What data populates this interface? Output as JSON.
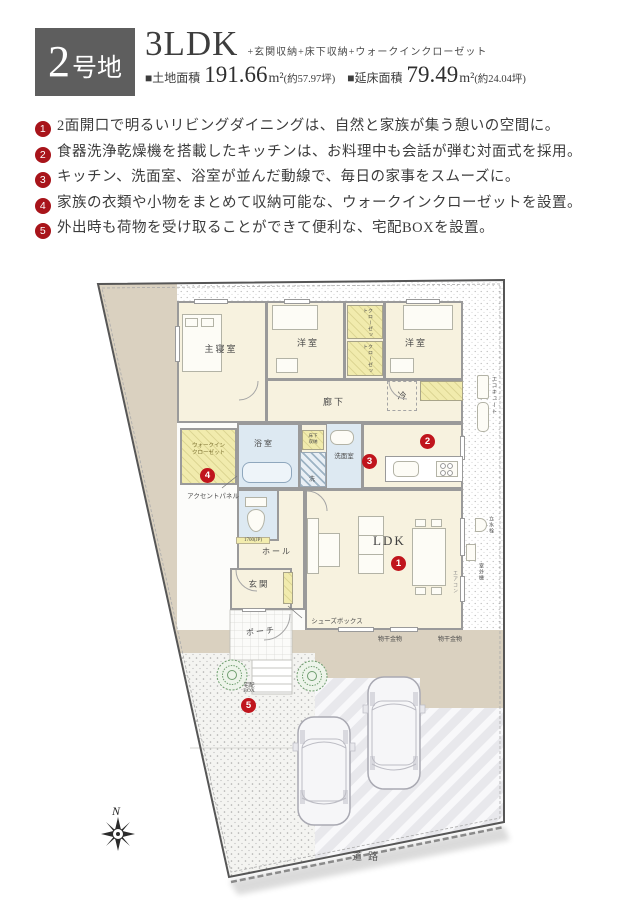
{
  "header": {
    "lot_badge": {
      "num": "2",
      "label": "号地"
    },
    "plan_type": "3LDK",
    "plan_suffix": "+玄関収納+床下収納+ウォークインクローゼット",
    "land": {
      "label": "■土地面積",
      "value": "191.66",
      "unit": "m²",
      "note": "(約57.97坪)"
    },
    "floor": {
      "label": "■延床面積",
      "value": "79.49",
      "unit": "m²",
      "note": "(約24.04坪)"
    }
  },
  "features": [
    {
      "num": "1",
      "text": "2面開口で明るいリビングダイニングは、自然と家族が集う憩いの空間に。"
    },
    {
      "num": "2",
      "text": "食器洗浄乾燥機を搭載したキッチンは、お料理中も会話が弾む対面式を採用。"
    },
    {
      "num": "3",
      "text": "キッチン、洗面室、浴室が並んだ動線で、毎日の家事をスムーズに。"
    },
    {
      "num": "4",
      "text": "家族の衣類や小物をまとめて収納可能な、ウォークインクローゼットを設置。"
    },
    {
      "num": "5",
      "text": "外出時も荷物を受け取ることができて便利な、宅配BOXを設置。"
    }
  ],
  "plan": {
    "rooms": {
      "master": "主寝室",
      "west1": "洋室",
      "west2": "洋室",
      "corridor": "廊下",
      "fridge": "冷",
      "closet1": "クローゼット",
      "closet2": "クローゼット",
      "wic_line1": "ウォークイン",
      "wic_line2": "クローゼット",
      "bath": "浴室",
      "wash": "洗面室",
      "laundry": "洗",
      "underfloor1": "床下",
      "underfloor2": "収納",
      "ldk": "LDK",
      "hall": "ホール",
      "entrance": "玄関",
      "porch": "ポーチ"
    },
    "labels": {
      "accent_panel": "アクセントパネル",
      "shoes_box": "シューズボックス",
      "monohoshi": "物干金物",
      "takuhai1": "宅配",
      "takuhai2": "BOX",
      "road": "道路",
      "ecocute": "エコキュート",
      "tap": "立水栓",
      "outdoor_unit": "室外機",
      "aircon": "エアコン",
      "dim": "1700(JP)",
      "north": "N"
    },
    "markers": [
      "1",
      "2",
      "3",
      "4",
      "5"
    ]
  }
}
